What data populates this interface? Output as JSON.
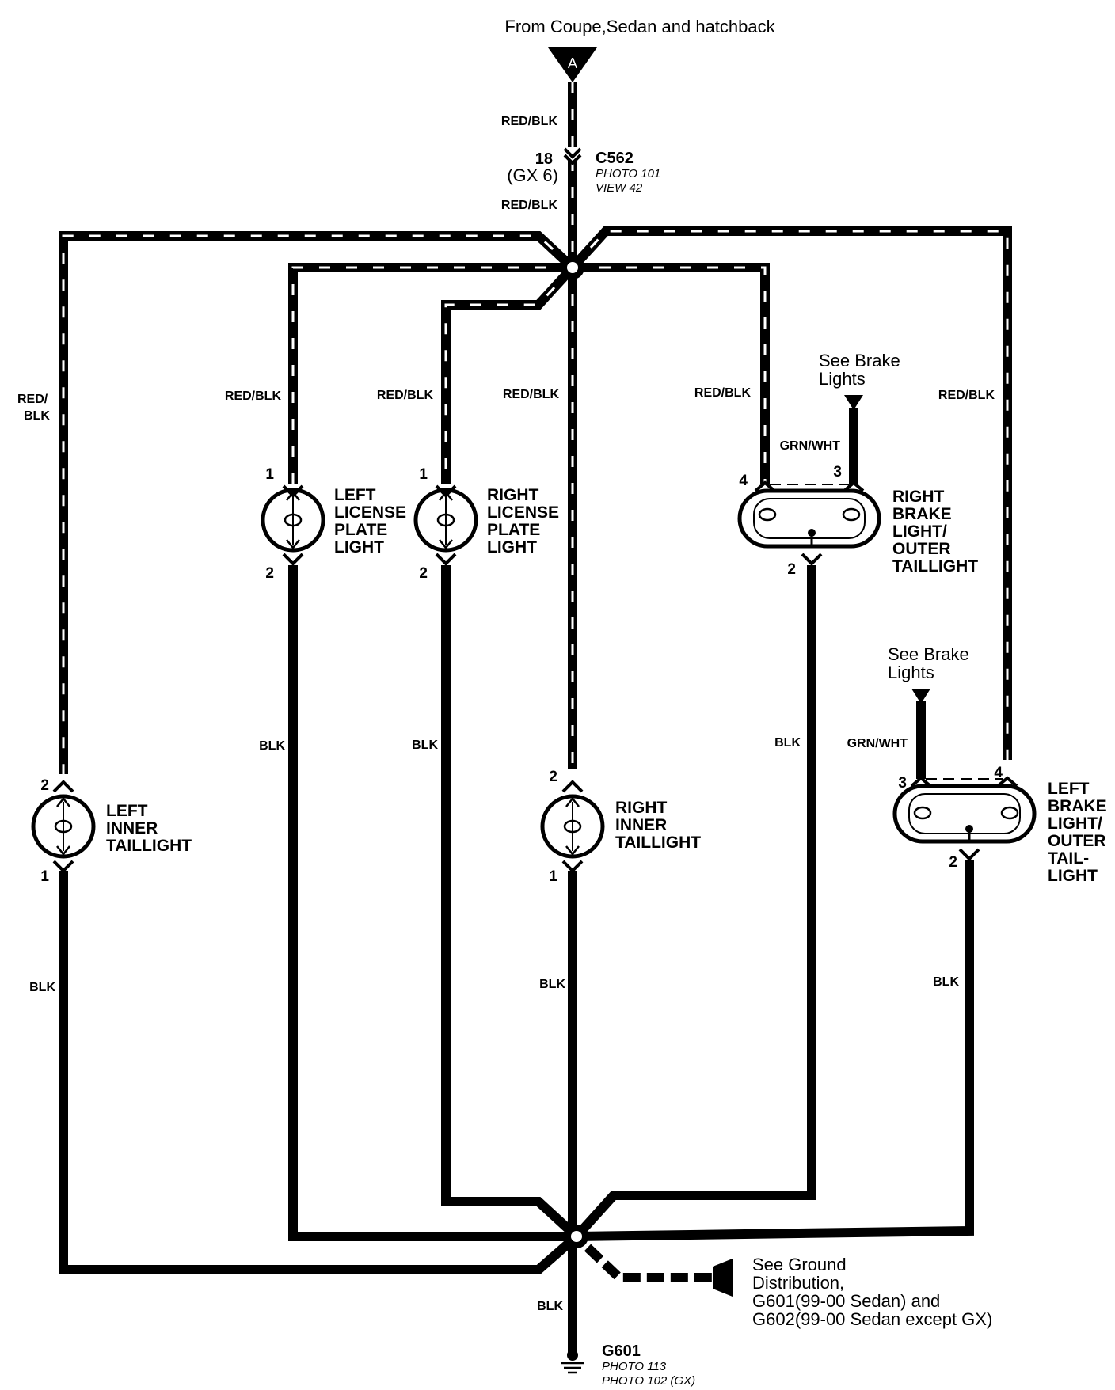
{
  "source": {
    "label": "From Coupe,Sedan and hatchback",
    "connector_letter": "A"
  },
  "connector_c562": {
    "pin": "18",
    "pin_gx": "(GX 6)",
    "id": "C562",
    "photo": "PHOTO 101",
    "view": "VIEW 42"
  },
  "wire_colors": {
    "red_blk": "RED/BLK",
    "red_blk_split": [
      "RED/",
      "BLK"
    ],
    "blk": "BLK",
    "grn_wht": "GRN/WHT"
  },
  "components": {
    "left_license_plate_light": {
      "name_lines": [
        "LEFT",
        "LICENSE",
        "PLATE",
        "LIGHT"
      ],
      "pin_top": "1",
      "pin_bottom": "2"
    },
    "right_license_plate_light": {
      "name_lines": [
        "RIGHT",
        "LICENSE",
        "PLATE",
        "LIGHT"
      ],
      "pin_top": "1",
      "pin_bottom": "2"
    },
    "right_brake_light": {
      "name_lines": [
        "RIGHT",
        "BRAKE",
        "LIGHT/",
        "OUTER",
        "TAILLIGHT"
      ],
      "pin_a": "4",
      "pin_b": "3",
      "pin_bottom": "2"
    },
    "left_inner_taillight": {
      "name_lines": [
        "LEFT",
        "INNER",
        "TAILLIGHT"
      ],
      "pin_top": "2",
      "pin_bottom": "1"
    },
    "right_inner_taillight": {
      "name_lines": [
        "RIGHT",
        "INNER",
        "TAILLIGHT"
      ],
      "pin_top": "2",
      "pin_bottom": "1"
    },
    "left_brake_light": {
      "name_lines": [
        "LEFT",
        "BRAKE",
        "LIGHT/",
        "OUTER",
        "TAIL-",
        "LIGHT"
      ],
      "pin_a": "3",
      "pin_b": "4",
      "pin_bottom": "2"
    }
  },
  "references": {
    "see_brake_lights": [
      "See Brake",
      "Lights"
    ],
    "ground_distribution": [
      "See Ground",
      "Distribution,",
      "G601(99-00 Sedan) and",
      "G602(99-00 Sedan except GX)"
    ]
  },
  "ground": {
    "id": "G601",
    "photo_1": "PHOTO 113",
    "photo_2": "PHOTO 102 (GX)"
  }
}
